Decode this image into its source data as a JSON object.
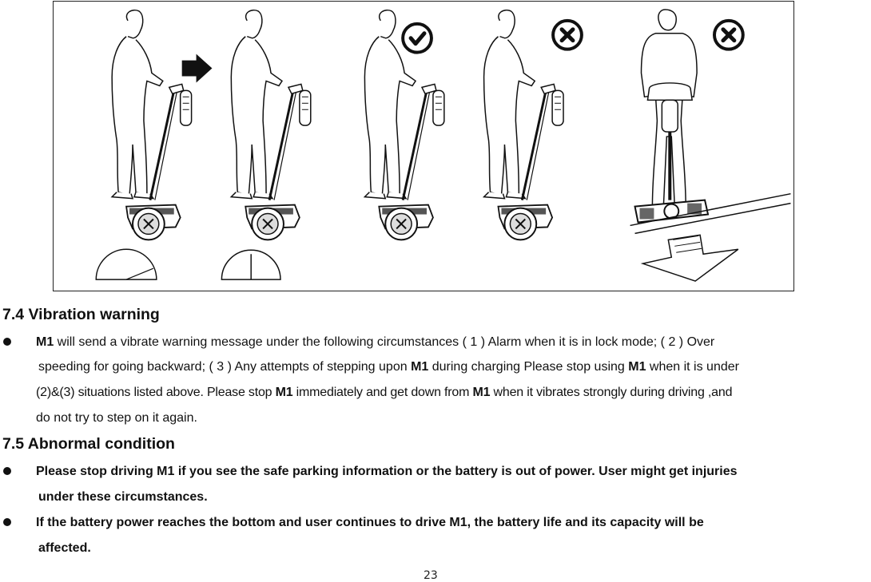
{
  "sections": [
    {
      "heading": "7.4 Vibration warning",
      "bullets": [
        {
          "lines": [
            {
              "parts": [
                {
                  "text": "M1",
                  "bold": true
                },
                {
                  "text": " will send a vibrate warning message under the following circumstances   ( 1 ) Alarm when it is in lock mode; ( 2 ) Over",
                  "bold": false
                }
              ]
            },
            {
              "parts": [
                {
                  "text": "speeding for going backward; ( 3 ) Any attempts of stepping upon ",
                  "bold": false
                },
                {
                  "text": "M1",
                  "bold": true
                },
                {
                  "text": " during charging Please stop using ",
                  "bold": false
                },
                {
                  "text": "M1",
                  "bold": true
                },
                {
                  "text": " when it is under",
                  "bold": false
                }
              ]
            },
            {
              "parts": [
                {
                  "text": "(2)&(3) situations listed above. Please stop ",
                  "bold": false
                },
                {
                  "text": "M1",
                  "bold": true
                },
                {
                  "text": " immediately and get down from ",
                  "bold": false
                },
                {
                  "text": "M1",
                  "bold": true
                },
                {
                  "text": " when it vibrates strongly during driving ,and",
                  "bold": false
                }
              ]
            },
            {
              "parts": [
                {
                  "text": "do not try to step on it again.",
                  "bold": false
                }
              ]
            }
          ]
        }
      ]
    },
    {
      "heading": "7.5 Abnormal condition",
      "bullets": [
        {
          "lines": [
            {
              "parts": [
                {
                  "text": "Please stop driving M1 if you see the safe parking information or the battery is out of power. User might get injuries",
                  "bold": true
                }
              ]
            },
            {
              "parts": [
                {
                  "text": "under these circumstances.",
                  "bold": true
                }
              ]
            }
          ]
        },
        {
          "lines": [
            {
              "parts": [
                {
                  "text": "If the battery power reaches the bottom and user continues to drive M1, the battery life and its capacity will be",
                  "bold": true
                }
              ]
            },
            {
              "parts": [
                {
                  "text": "affected.",
                  "bold": true
                }
              ]
            }
          ]
        }
      ]
    }
  ],
  "page_number": "23",
  "figure_icons": [
    "arrow-right-icon",
    "check-circle-icon",
    "cross-circle-icon",
    "cross-circle-icon"
  ]
}
